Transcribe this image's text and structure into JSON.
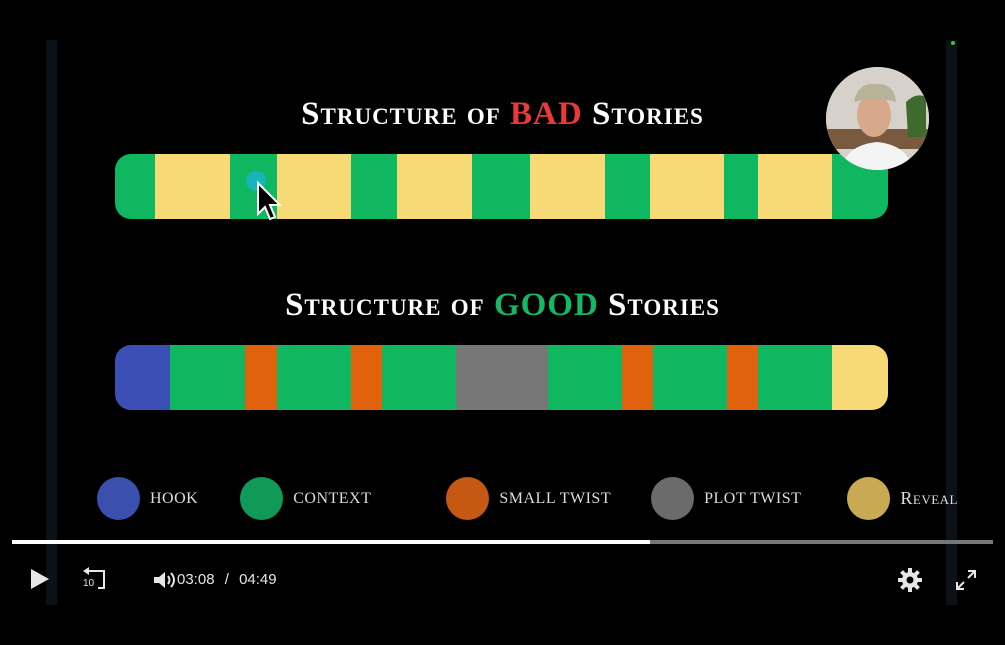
{
  "slide": {
    "bad_title_pre": "Structure of ",
    "bad_title_key": "BAD",
    "bad_title_post": " Stories",
    "good_title_pre": "Structure of ",
    "good_title_key": "GOOD",
    "good_title_post": " Stories",
    "bad_segments": [
      "context",
      "reveal",
      "context",
      "reveal",
      "context",
      "reveal",
      "context",
      "reveal",
      "context",
      "reveal",
      "context",
      "reveal",
      "context"
    ],
    "good_segments": [
      "hook",
      "context",
      "small_twist",
      "context",
      "small_twist",
      "context",
      "plot_twist",
      "context",
      "small_twist",
      "context",
      "small_twist",
      "context",
      "reveal"
    ],
    "legend": [
      {
        "key": "hook",
        "label": "HOOK",
        "color": "#3a4fae"
      },
      {
        "key": "context",
        "label": "CONTEXT",
        "color": "#0f9a58"
      },
      {
        "key": "small_twist",
        "label": "SMALL TWIST",
        "color": "#c55812"
      },
      {
        "key": "plot_twist",
        "label": "PLOT TWIST",
        "color": "#6b6b6b"
      },
      {
        "key": "reveal",
        "label": "Reveal",
        "color": "#c8aa55"
      }
    ],
    "bar_colors": {
      "hook": "#3b4fb5",
      "context": "#0eb760",
      "small_twist": "#e0620c",
      "plot_twist": "#777777",
      "reveal": "#f7d976"
    },
    "bad_color": "#e83a3a",
    "good_color": "#13b765"
  },
  "player": {
    "current_time": "03:08",
    "separator": "/",
    "duration": "04:49",
    "progress": 0.65,
    "skip_back_label": "10"
  }
}
